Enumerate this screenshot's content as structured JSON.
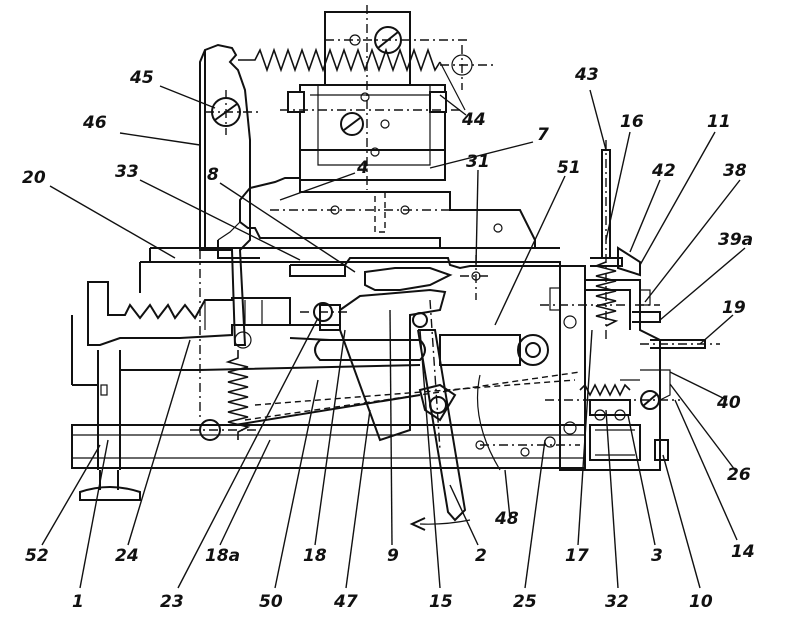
{
  "figure": {
    "labels": [
      "45",
      "46",
      "20",
      "33",
      "8",
      "4",
      "31",
      "7",
      "51",
      "43",
      "16",
      "42",
      "11",
      "38",
      "39a",
      "19",
      "40",
      "26",
      "14",
      "10",
      "3",
      "32",
      "17",
      "48",
      "25",
      "2",
      "15",
      "9",
      "47",
      "18",
      "50",
      "18a",
      "23",
      "24",
      "1",
      "52",
      "44"
    ]
  }
}
